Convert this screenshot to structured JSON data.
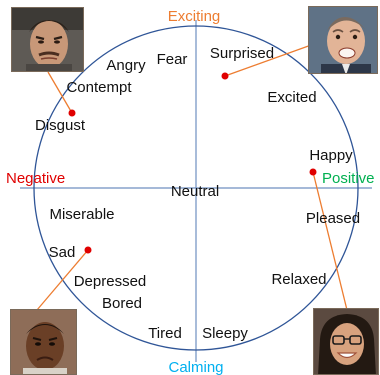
{
  "axes": {
    "top": "Exciting",
    "bottom": "Calming",
    "left": "Negative",
    "right": "Positive",
    "center": "Neutral"
  },
  "emotions": {
    "fear": "Fear",
    "surprised": "Surprised",
    "angry": "Angry",
    "contempt": "Contempt",
    "excited": "Excited",
    "disgust": "Disgust",
    "happy": "Happy",
    "miserable": "Miserable",
    "pleased": "Pleased",
    "sad": "Sad",
    "depressed": "Depressed",
    "bored": "Bored",
    "relaxed": "Relaxed",
    "tired": "Tired",
    "sleepy": "Sleepy"
  },
  "colors": {
    "circle": "#2f5597",
    "axis": "#6f8fc0",
    "exciting": "#ed7d31",
    "calming": "#00b0f0",
    "negative": "#e00000",
    "positive": "#00b050",
    "connector": "#ed7d31",
    "marker": "#e00000"
  },
  "photos": {
    "top_left": "photo-disgusted-man",
    "top_right": "photo-surprised-man",
    "bottom_left": "photo-sad-boy",
    "bottom_right": "photo-happy-woman"
  }
}
